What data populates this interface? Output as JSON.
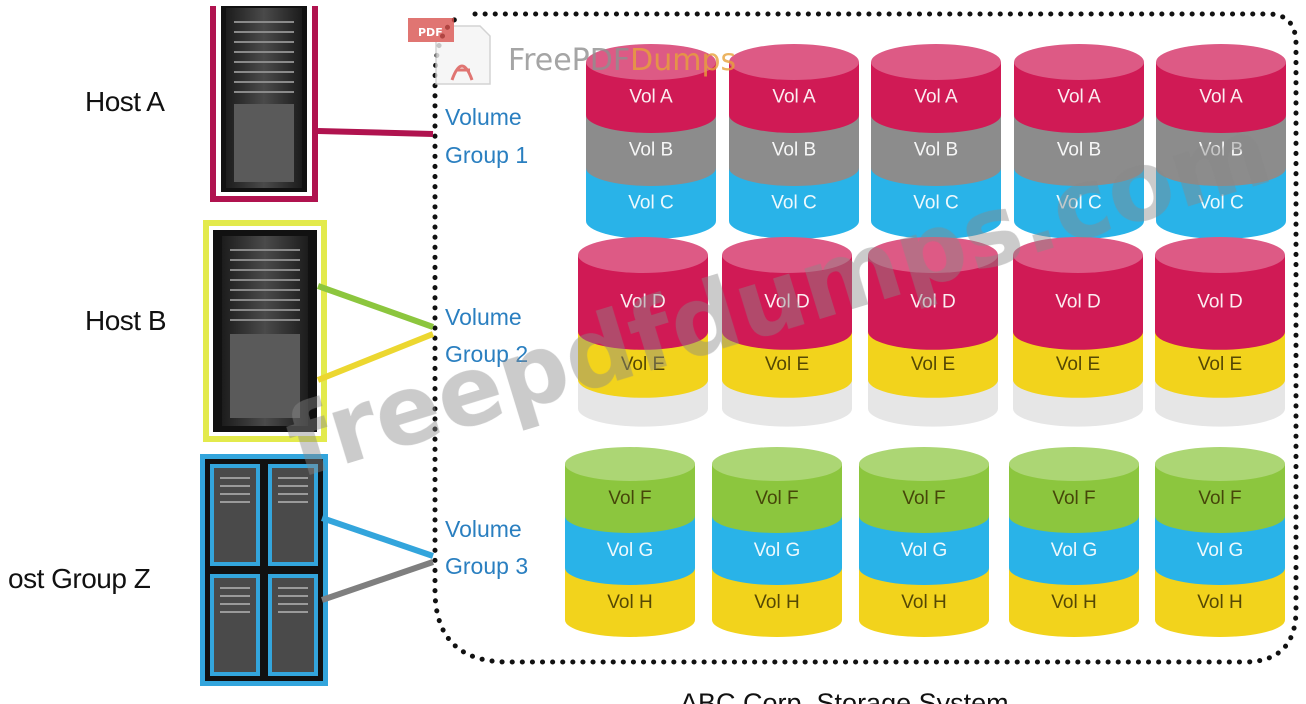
{
  "hosts": [
    {
      "label": "Host A",
      "color": "#b0134f"
    },
    {
      "label": "Host B",
      "color": "#e3ea4c"
    },
    {
      "label": "ost Group Z",
      "color": "#33a5dc"
    }
  ],
  "volume_groups": [
    {
      "label_line1": "Volume",
      "label_line2": "Group 1",
      "links": [
        {
          "from_host": 0,
          "color": "#b0134f"
        }
      ],
      "layers": [
        {
          "name": "Vol A",
          "color": "#d01a55"
        },
        {
          "name": "Vol B",
          "color": "#8c8c8c"
        },
        {
          "name": "Vol C",
          "color": "#29b3e8"
        }
      ]
    },
    {
      "label_line1": "Volume",
      "label_line2": "Group 2",
      "links": [
        {
          "from_host": 1,
          "color": "#8cc63e"
        },
        {
          "from_host": 1,
          "color": "#ecd730"
        }
      ],
      "layers": [
        {
          "name": "Vol D",
          "color": "#d01a55",
          "span": 1.6
        },
        {
          "name": "Vol E",
          "color": "#f2d31c"
        },
        {
          "name": "",
          "color": "#e6e6e6",
          "span": 0.6
        }
      ]
    },
    {
      "label_line1": "Volume",
      "label_line2": "Group 3",
      "links": [
        {
          "from_host": 2,
          "color": "#33a5dc"
        },
        {
          "from_host": 2,
          "color": "#7f7f7f"
        }
      ],
      "layers": [
        {
          "name": "Vol F",
          "color": "#8cc63e"
        },
        {
          "name": "Vol G",
          "color": "#29b3e8"
        },
        {
          "name": "Vol H",
          "color": "#f2d31c"
        }
      ]
    }
  ],
  "storage_system_label": "ABC Corp. Storage System",
  "watermark": {
    "pdf_badge": "PDF",
    "site_prefix": "Free",
    "site_middle": "PDF",
    "site_suffix": "Dumps",
    "diagonal": "freepdfdumps.com"
  }
}
